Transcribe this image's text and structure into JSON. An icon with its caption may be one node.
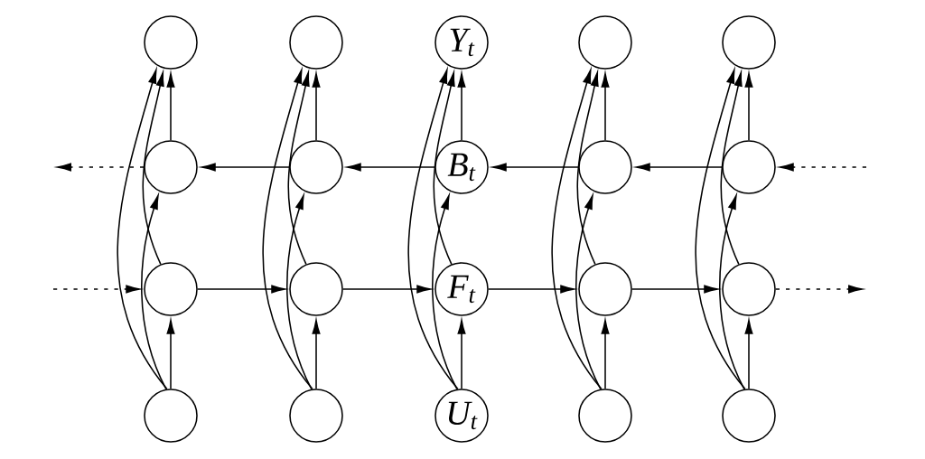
{
  "diagram": {
    "nodes": [
      {
        "text": [],
        "shape": "circle"
      },
      {
        "text": [],
        "shape": "circle"
      },
      {
        "text": [
          "Y$_{t}$"
        ]
      },
      {
        "text": [],
        "shape": "circle"
      },
      {
        "text": [],
        "shape": "circle"
      },
      {
        "text": [],
        "shape": "circle"
      },
      {
        "text": [],
        "shape": "circle"
      },
      {
        "text": [
          "B$_{t}$"
        ]
      },
      {
        "text": [],
        "shape": "circle"
      },
      {
        "text": [],
        "shape": "circle"
      },
      {
        "text": [],
        "shape": "circle"
      },
      {
        "text": [],
        "shape": "circle"
      },
      {
        "text": [
          "F$_{t}$"
        ]
      },
      {
        "text": [],
        "shape": "circle"
      },
      {
        "text": [],
        "shape": "circle"
      },
      {
        "text": [],
        "shape": "circle"
      },
      {
        "text": [],
        "shape": "circle"
      },
      {
        "text": [
          "U$_{t}$"
        ]
      },
      {
        "text": [],
        "shape": "circle"
      },
      {
        "text": [],
        "shape": "circle"
      }
    ],
    "edges": [
      {
        "from": 15,
        "to": 10,
        "arrow": "to"
      },
      {
        "from": 15,
        "to": 5,
        "arrow": "to"
      },
      {
        "from": 15,
        "to": 0,
        "arrow": "to"
      },
      {
        "from": 10,
        "to": 0,
        "arrow": "to"
      },
      {
        "from": 5,
        "to": 0,
        "arrow": "to"
      },
      {
        "from": 16,
        "to": 11,
        "arrow": "to"
      },
      {
        "from": 16,
        "to": 6,
        "arrow": "to"
      },
      {
        "from": 16,
        "to": 1,
        "arrow": "to"
      },
      {
        "from": 11,
        "to": 1,
        "arrow": "to"
      },
      {
        "from": 6,
        "to": 1,
        "arrow": "to"
      },
      {
        "from": 17,
        "to": 12,
        "arrow": "to"
      },
      {
        "from": 17,
        "to": 7,
        "arrow": "to"
      },
      {
        "from": 17,
        "to": 2,
        "arrow": "to"
      },
      {
        "from": 12,
        "to": 2,
        "arrow": "to"
      },
      {
        "from": 7,
        "to": 2,
        "arrow": "to"
      },
      {
        "from": 18,
        "to": 13,
        "arrow": "to"
      },
      {
        "from": 18,
        "to": 8,
        "arrow": "to"
      },
      {
        "from": 18,
        "to": 3,
        "arrow": "to"
      },
      {
        "from": 13,
        "to": 3,
        "arrow": "to"
      },
      {
        "from": 8,
        "to": 3,
        "arrow": "to"
      },
      {
        "from": 19,
        "to": 14,
        "arrow": "to"
      },
      {
        "from": 19,
        "to": 9,
        "arrow": "to"
      },
      {
        "from": 19,
        "to": 4,
        "arrow": "to"
      },
      {
        "from": 14,
        "to": 4,
        "arrow": "to"
      },
      {
        "from": 9,
        "to": 4,
        "arrow": "to"
      },
      {
        "from": 10,
        "to": 11,
        "arrow": "to"
      },
      {
        "from": 11,
        "to": 12,
        "arrow": "to"
      },
      {
        "from": 12,
        "to": 13,
        "arrow": "to"
      },
      {
        "from": 13,
        "to": 14,
        "arrow": "to"
      },
      {
        "from": 9,
        "to": 8,
        "arrow": "to"
      },
      {
        "from": 8,
        "to": 7,
        "arrow": "to"
      },
      {
        "from": 7,
        "to": 6,
        "arrow": "to"
      },
      {
        "from": 6,
        "to": 5,
        "arrow": "to"
      },
      {
        "from": null,
        "to": 10,
        "arrow": "to",
        "style": "dashed"
      },
      {
        "from": 14,
        "to": null,
        "arrow": "to",
        "style": "dashed"
      },
      {
        "from": null,
        "to": 9,
        "arrow": "to",
        "style": "dashed"
      },
      {
        "from": 5,
        "to": null,
        "arrow": "to",
        "style": "dashed"
      }
    ]
  }
}
